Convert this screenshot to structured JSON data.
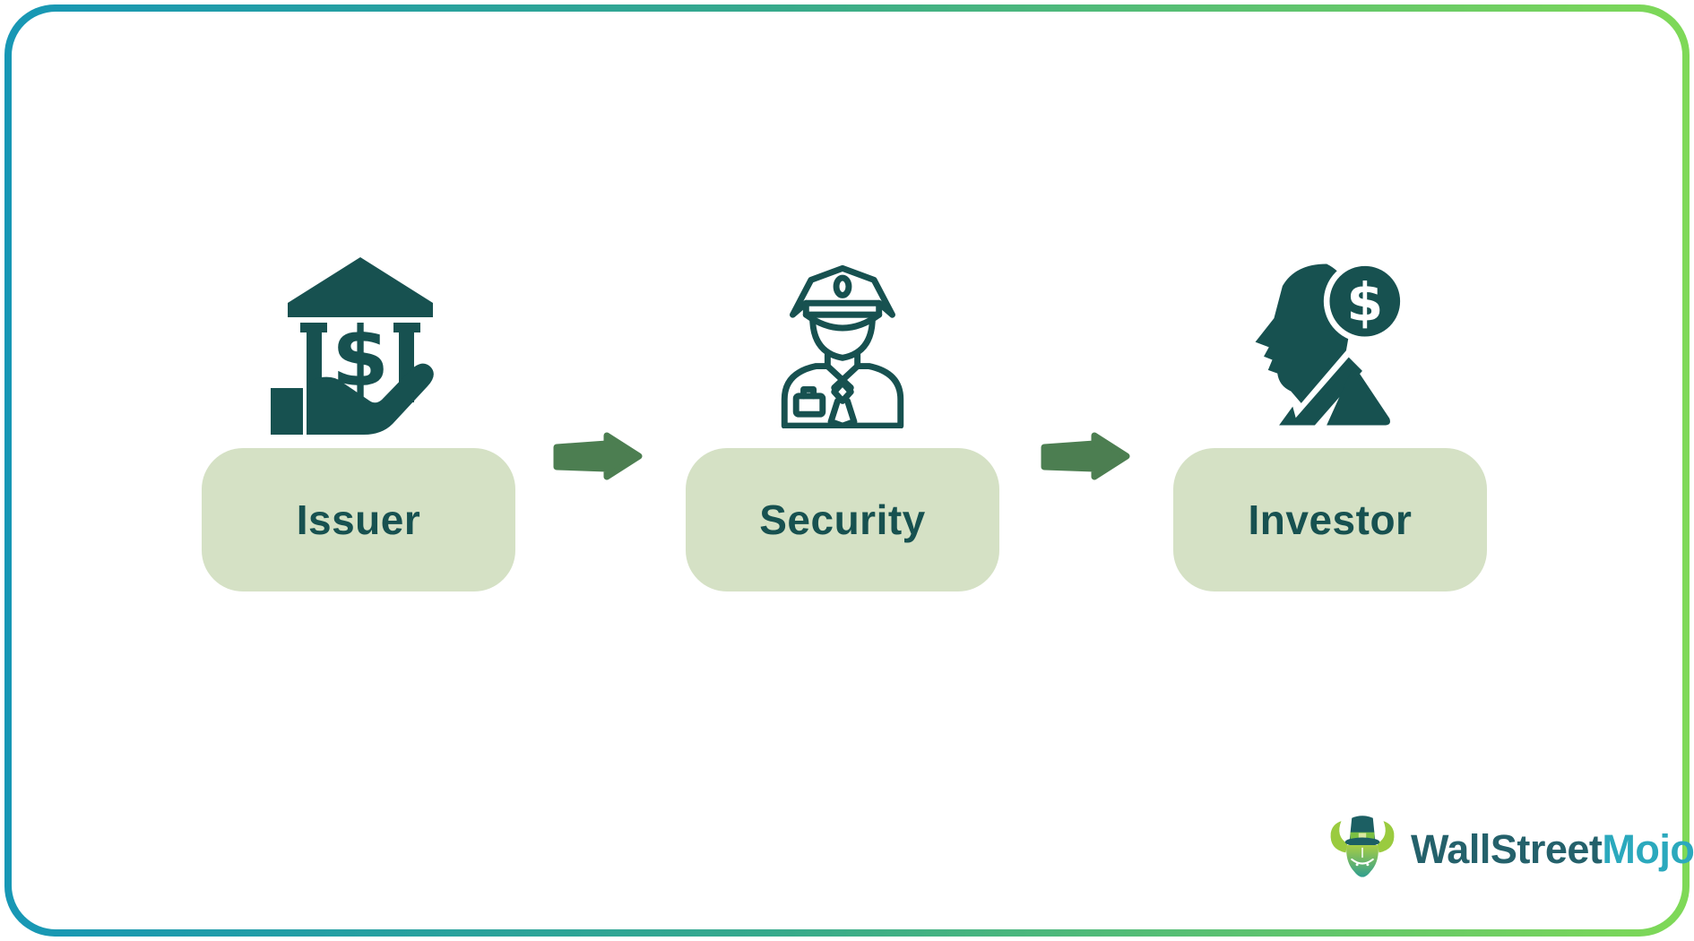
{
  "diagram": {
    "title_hint": "issuer-security-investor-flow",
    "nodes": [
      {
        "id": "issuer",
        "label": "Issuer",
        "icon": "bank-in-hand-icon"
      },
      {
        "id": "security",
        "label": "Security",
        "icon": "security-guard-icon"
      },
      {
        "id": "investor",
        "label": "Investor",
        "icon": "investor-head-dollar-icon"
      }
    ],
    "connectors": [
      {
        "from": "issuer",
        "to": "security",
        "shape": "block-arrow-right"
      },
      {
        "from": "security",
        "to": "investor",
        "shape": "block-arrow-right"
      }
    ],
    "dollar_glyph": "$"
  },
  "logo": {
    "mascot": "bull-with-top-hat",
    "text_primary": "WallStreet",
    "text_secondary": "Mojo"
  },
  "colors": {
    "background": "#ffffff",
    "icon_teal": "#175150",
    "node_box_bg": "#d5e1c5",
    "node_label_text": "#175150",
    "arrow_green": "#4c7e51",
    "border_gradient_left": "#1797b5",
    "border_gradient_right": "#7fd957",
    "logo_text_primary": "#24616b",
    "logo_text_secondary": "#2ba9bd",
    "mascot_green_light": "#a8ce44",
    "mascot_green_dark": "#2f9e8f",
    "mascot_hat": "#1c5f63",
    "mascot_band": "#7cc043"
  }
}
